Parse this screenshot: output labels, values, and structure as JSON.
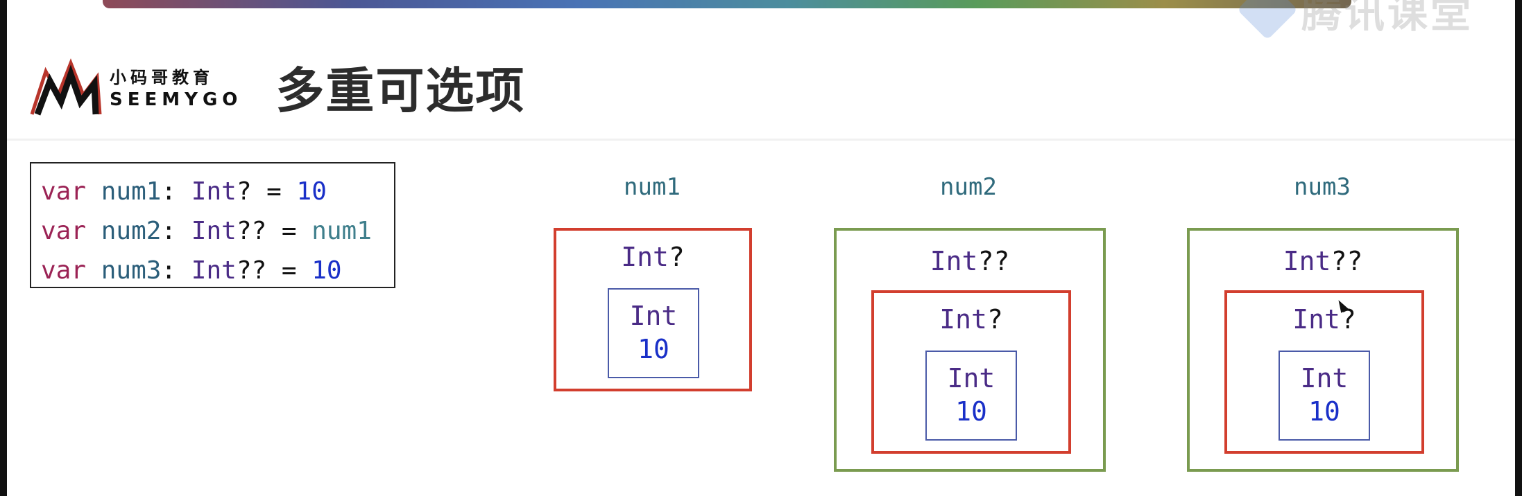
{
  "header": {
    "logo_cn": "小码哥教育",
    "logo_en": "SEEMYGO",
    "title": "多重可选项"
  },
  "watermark": {
    "text": "腾讯课堂"
  },
  "code": {
    "lines": [
      {
        "kw": "var",
        "name": "num1",
        "colon": ": ",
        "type": "Int",
        "q": "?",
        "eq": " = ",
        "value": "10"
      },
      {
        "kw": "var",
        "name": "num2",
        "colon": ": ",
        "type": "Int",
        "q": "??",
        "eq": " = ",
        "value": "num1"
      },
      {
        "kw": "var",
        "name": "num3",
        "colon": ": ",
        "type": "Int",
        "q": "??",
        "eq": " = ",
        "value": "10"
      }
    ]
  },
  "diagram": {
    "num1": {
      "label": "num1",
      "outer_type": "Int",
      "outer_q": "?",
      "inner_type": "Int",
      "inner_value": "10"
    },
    "num2": {
      "label": "num2",
      "outer_type": "Int",
      "outer_q": "??",
      "mid_type": "Int",
      "mid_q": "?",
      "inner_type": "Int",
      "inner_value": "10"
    },
    "num3": {
      "label": "num3",
      "outer_type": "Int",
      "outer_q": "??",
      "mid_type": "Int",
      "mid_q": "?",
      "inner_type": "Int",
      "inner_value": "10"
    }
  },
  "colors": {
    "optional_red": "#d23e2e",
    "double_optional_green": "#7a9b50",
    "value_blue": "#4a5aa8"
  }
}
